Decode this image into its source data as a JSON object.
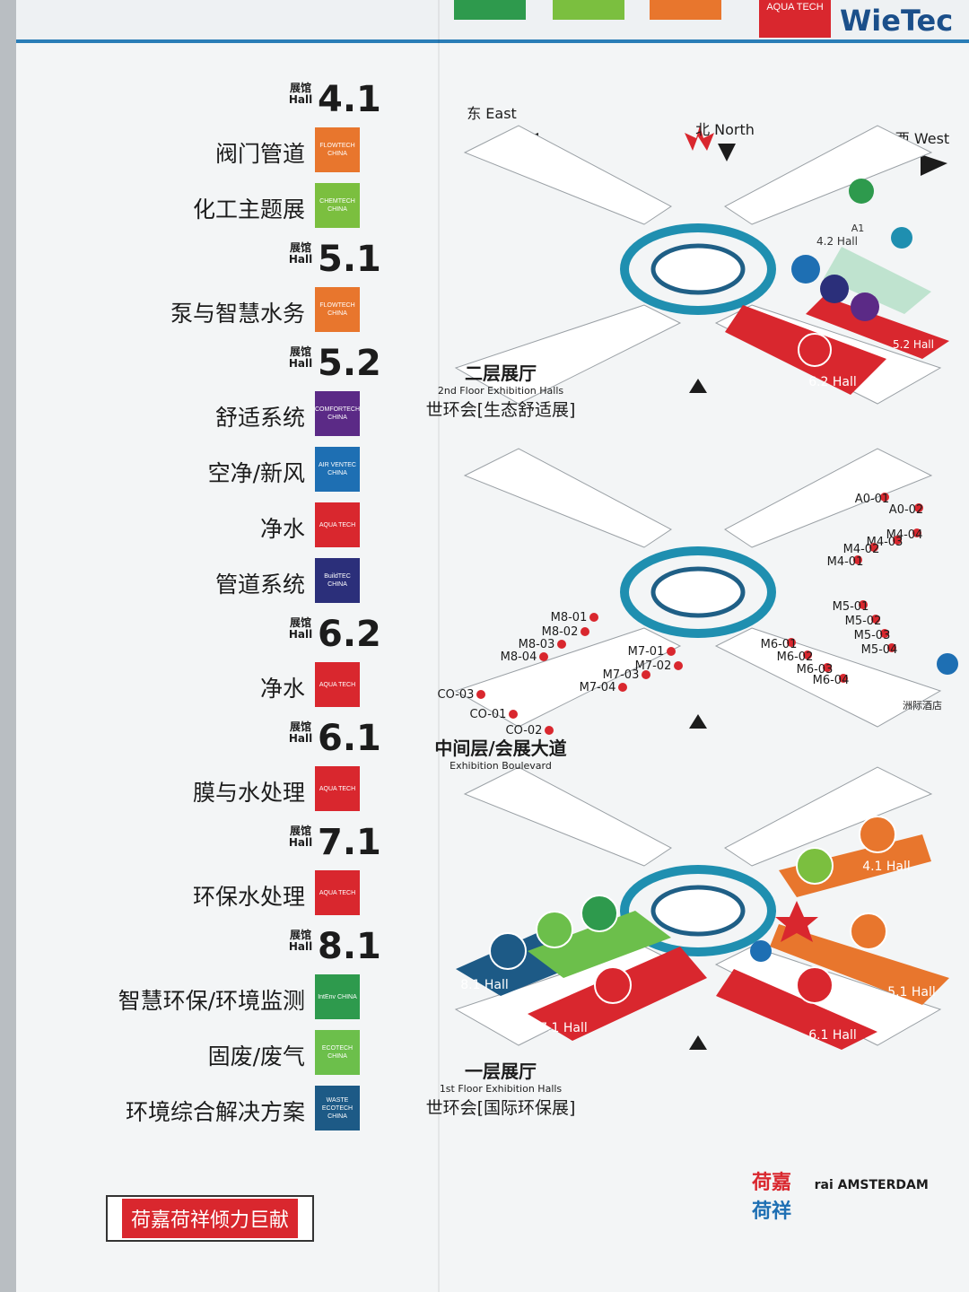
{
  "header": {
    "brand": "WieTec",
    "brand_box_label": "AQUA TECH",
    "swatches": [
      "#2e9a4d",
      "#7bbf3f",
      "#e8762d"
    ]
  },
  "legend": {
    "halls": [
      {
        "number": "4.1",
        "label_cn": "展馆",
        "label_en": "Hall",
        "items": [
          {
            "logo": "FLOWTECH CHINA",
            "color": "#e8762d",
            "text": "阀门管道"
          },
          {
            "logo": "CHEMTECH CHINA",
            "color": "#7bbf3f",
            "text": "化工主题展"
          }
        ]
      },
      {
        "number": "5.1",
        "label_cn": "展馆",
        "label_en": "Hall",
        "items": [
          {
            "logo": "FLOWTECH CHINA",
            "color": "#e8762d",
            "text": "泵与智慧水务"
          }
        ]
      },
      {
        "number": "5.2",
        "label_cn": "展馆",
        "label_en": "Hall",
        "items": [
          {
            "logo": "COMFORTECH CHINA",
            "color": "#5b2a86",
            "text": "舒适系统"
          },
          {
            "logo": "AIR VENTEC CHINA",
            "color": "#1e6fb3",
            "text": "空净/新风"
          },
          {
            "logo": "AQUA TECH",
            "color": "#d9272e",
            "text": "净水"
          },
          {
            "logo": "BuildTEC CHINA",
            "color": "#2b2f7a",
            "text": "管道系统"
          }
        ]
      },
      {
        "number": "6.2",
        "label_cn": "展馆",
        "label_en": "Hall",
        "items": [
          {
            "logo": "AQUA TECH",
            "color": "#d9272e",
            "text": "净水"
          }
        ]
      },
      {
        "number": "6.1",
        "label_cn": "展馆",
        "label_en": "Hall",
        "items": [
          {
            "logo": "AQUA TECH",
            "color": "#d9272e",
            "text": "膜与水处理"
          }
        ]
      },
      {
        "number": "7.1",
        "label_cn": "展馆",
        "label_en": "Hall",
        "items": [
          {
            "logo": "AQUA TECH",
            "color": "#d9272e",
            "text": "环保水处理"
          }
        ]
      },
      {
        "number": "8.1",
        "label_cn": "展馆",
        "label_en": "Hall",
        "items": [
          {
            "logo": "IntEnv CHINA",
            "color": "#2e9a4d",
            "text": "智慧环保/环境监测"
          },
          {
            "logo": "ECOTECH CHINA",
            "color": "#6cbf4b",
            "text": "固废/废气"
          },
          {
            "logo": "WASTE ECOTECH CHINA",
            "color": "#1d5a86",
            "text": "环境综合解决方案"
          }
        ]
      }
    ]
  },
  "banner": {
    "text": "荷嘉荷祥倾力巨献"
  },
  "compass": {
    "east": "东 East",
    "north": "北 North",
    "west": "西 West"
  },
  "floor2": {
    "title_cn": "二层展厅",
    "title_en": "2nd Floor Exhibition Halls",
    "subtitle": "世环会[生态舒适展]",
    "hall_labels": [
      "6.2 Hall",
      "5.2 Hall",
      "4.2 Hall",
      "A1"
    ]
  },
  "mid": {
    "title_cn": "中间层/会展大道",
    "title_en": "Exhibition Boulevard",
    "points_right": [
      "A0-01",
      "A0-02",
      "M4-04",
      "M4-03",
      "M4-02",
      "M4-01",
      "M5-01",
      "M5-02",
      "M5-03",
      "M5-04",
      "M6-01",
      "M6-02",
      "M6-03",
      "M6-04"
    ],
    "points_left": [
      "M8-01",
      "M8-02",
      "M8-03",
      "M8-04",
      "M7-01",
      "M7-02",
      "M7-03",
      "M7-04",
      "CO-03",
      "CO-01",
      "CO-02"
    ],
    "hotel": "洲际酒店"
  },
  "floor1": {
    "title_cn": "一层展厅",
    "title_en": "1st Floor Exhibition Halls",
    "subtitle": "世环会[国际环保展]",
    "hall_labels": [
      "8.1 Hall",
      "7.1 Hall",
      "6.1 Hall",
      "5.1 Hall",
      "4.1 Hall"
    ]
  },
  "sponsors": {
    "items": [
      "荷嘉",
      "rai AMSTERDAM",
      "荷祥"
    ]
  }
}
